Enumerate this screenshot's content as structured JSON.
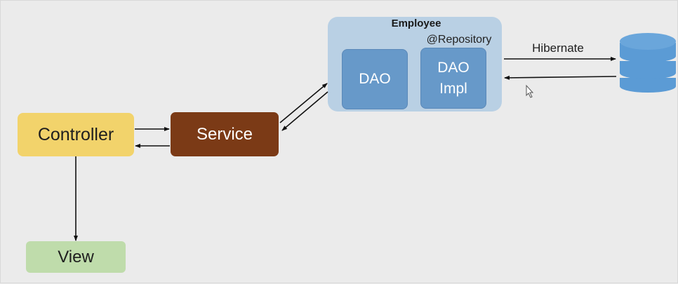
{
  "diagram": {
    "nodes": {
      "controller": "Controller",
      "service": "Service",
      "view": "View",
      "repository_group": {
        "title": "Employee",
        "annotation": "@Repository",
        "dao": "DAO",
        "dao_impl_line1": "DAO",
        "dao_impl_line2": "Impl"
      },
      "database": ""
    },
    "edges": [
      {
        "from": "controller",
        "to": "service"
      },
      {
        "from": "service",
        "to": "controller"
      },
      {
        "from": "controller",
        "to": "view"
      },
      {
        "from": "service",
        "to": "repository_group"
      },
      {
        "from": "repository_group",
        "to": "service"
      },
      {
        "from": "repository_group",
        "to": "database",
        "label": "Hibernate"
      },
      {
        "from": "database",
        "to": "repository_group"
      }
    ],
    "colors": {
      "controller": "#f2d36b",
      "service": "#7b3a16",
      "view": "#bfdcab",
      "repository_group": "#b9d0e4",
      "dao": "#6799c9",
      "database": "#5b9bd5"
    }
  }
}
